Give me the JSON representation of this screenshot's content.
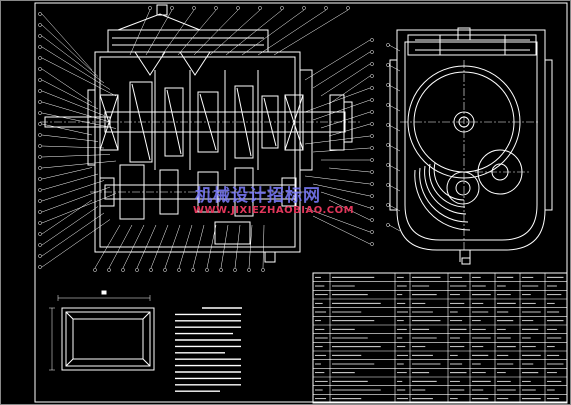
{
  "drawing": {
    "line_color": "#ffffff",
    "background_color": "#000000"
  },
  "watermark": {
    "text_cn": "机械设计招标网",
    "text_url": "WWW.JIXIEZHAOBIAO.COM",
    "text_cn_color": "#7d7dff",
    "text_url_color": "#e0365a"
  },
  "balloon_counts": {
    "left_column": 24,
    "top_row": 10,
    "right_column": 18,
    "bottom_row": 13
  },
  "title_block": {
    "rows": 15,
    "columns": 9
  },
  "text_block_lines": 14
}
